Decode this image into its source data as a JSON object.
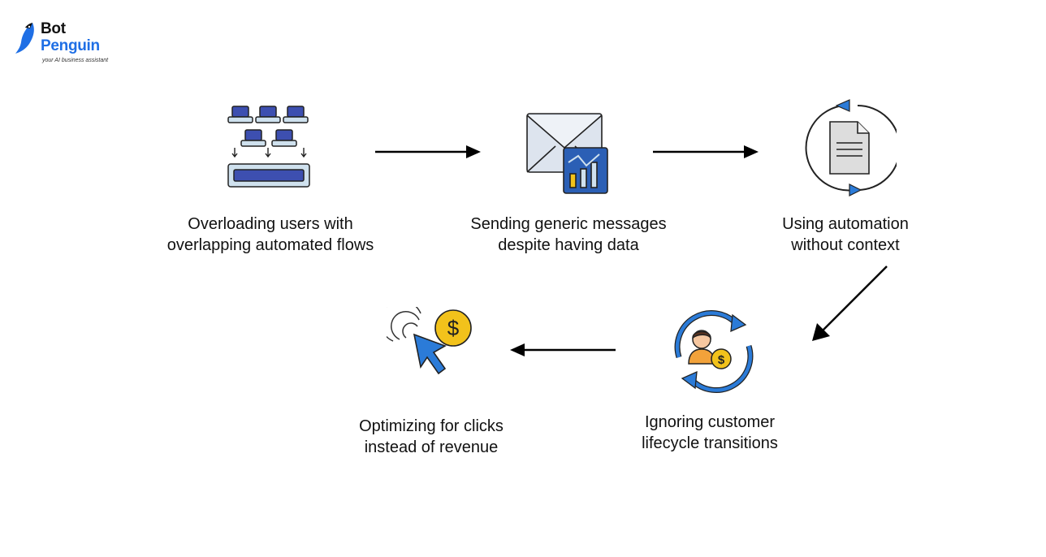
{
  "brand": {
    "name_line1": "Bot",
    "name_line2": "Penguin",
    "tagline": "your AI business assistant",
    "colors": {
      "primary": "#1f6fe5",
      "dark": "#111111"
    }
  },
  "steps": [
    {
      "icon": "overlapping-flows-icon",
      "line1": "Overloading users with",
      "line2": "overlapping automated flows"
    },
    {
      "icon": "envelope-chart-icon",
      "line1": "Sending generic messages",
      "line2": "despite having data"
    },
    {
      "icon": "document-cycle-icon",
      "line1": "Using automation",
      "line2": "without context"
    },
    {
      "icon": "customer-lifecycle-icon",
      "line1": "Ignoring customer",
      "line2": "lifecycle transitions"
    },
    {
      "icon": "click-dollar-icon",
      "line1": "Optimizing for clicks",
      "line2": "instead of revenue"
    }
  ],
  "colors": {
    "icon_blue": "#3d4fb0",
    "icon_light": "#cfe1ee",
    "accent_blue": "#2b7bd8",
    "coin_yellow": "#f2c21b",
    "arrow": "#000000"
  }
}
